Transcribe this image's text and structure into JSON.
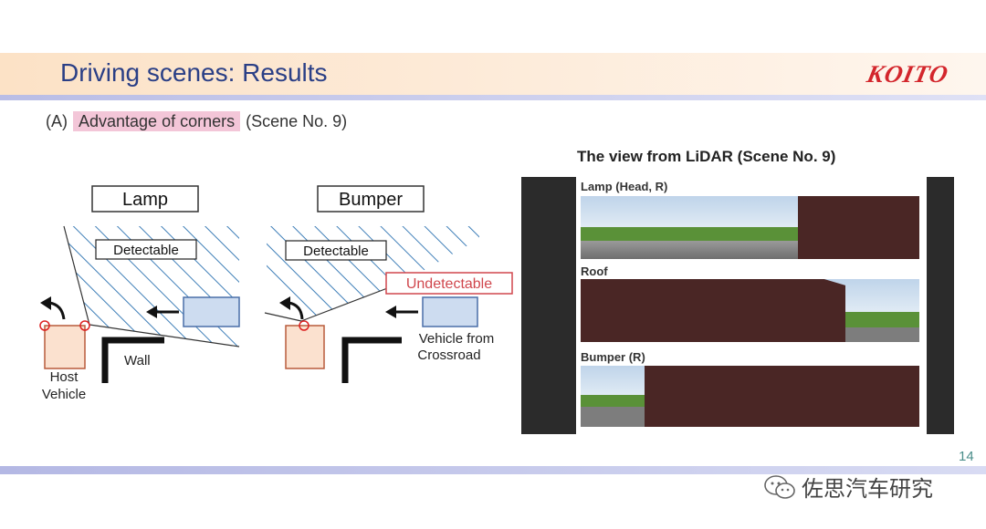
{
  "title": "Driving scenes: Results",
  "logo_text": "KOITO",
  "subtitle": {
    "prefix": "(A)",
    "highlight": "Advantage of corners",
    "suffix": "(Scene No. 9)"
  },
  "diagram": {
    "lamp": {
      "title": "Lamp",
      "detectable": "Detectable",
      "host_vehicle": "Host\nVehicle",
      "wall": "Wall"
    },
    "bumper": {
      "title": "Bumper",
      "detectable": "Detectable",
      "undetectable": "Undetectable",
      "other_vehicle": "Vehicle from\nCrossroad"
    }
  },
  "lidar": {
    "heading": "The view from LiDAR (Scene No. 9)",
    "views": [
      {
        "label": "Lamp (Head, R)"
      },
      {
        "label": "Roof"
      },
      {
        "label": "Bumper (R)"
      }
    ]
  },
  "page_number": "14",
  "watermark": "佐思汽车研究",
  "colors": {
    "title": "#2a3f86",
    "logo": "#d3262c",
    "hatch": "#3f7fb8",
    "undetectable": "#d0474d",
    "wall_view": "#4a2625",
    "highlight": "#f3c6d8"
  }
}
